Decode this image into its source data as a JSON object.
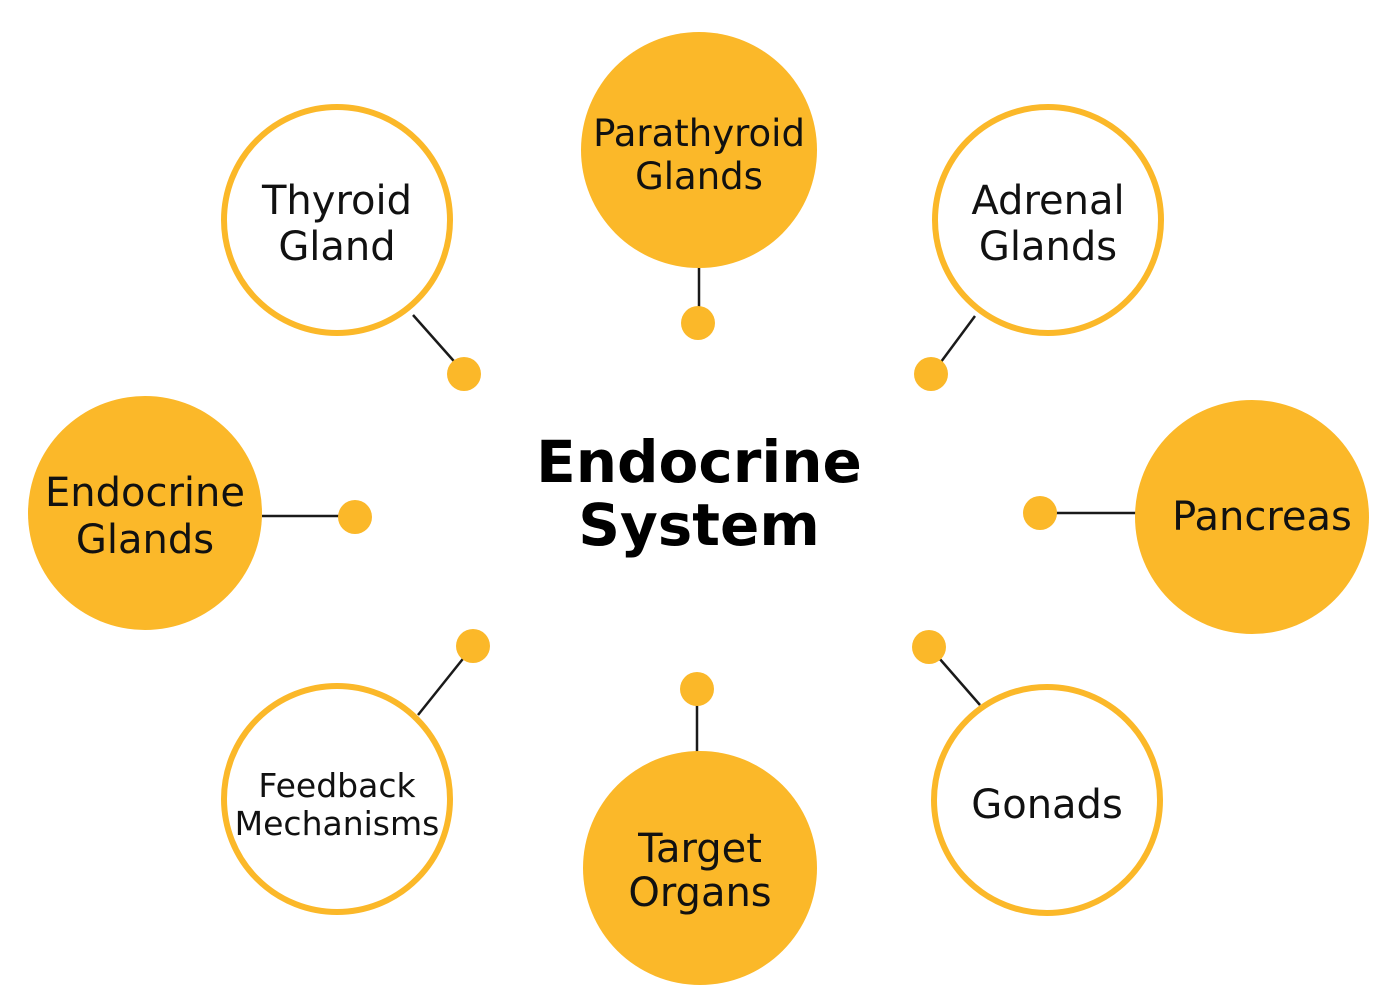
{
  "center": {
    "line1": "Endocrine",
    "line2": "System"
  },
  "nodes": {
    "parathyroid": {
      "line1": "Parathyroid",
      "line2": "Glands"
    },
    "thyroid": {
      "line1": "Thyroid",
      "line2": "Gland"
    },
    "adrenal": {
      "line1": "Adrenal",
      "line2": "Glands"
    },
    "endocrine_glands": {
      "line1": "Endocrine",
      "line2": "Glands"
    },
    "pancreas": {
      "line1": "Pancreas"
    },
    "feedback": {
      "line1": "Feedback",
      "line2": "Mechanisms"
    },
    "target": {
      "line1": "Target",
      "line2": "Organs"
    },
    "gonads": {
      "line1": "Gonads"
    }
  },
  "colors": {
    "accent": "#FBB829",
    "connector": "#1a1a1a",
    "text": "#111111",
    "background": "#ffffff"
  }
}
